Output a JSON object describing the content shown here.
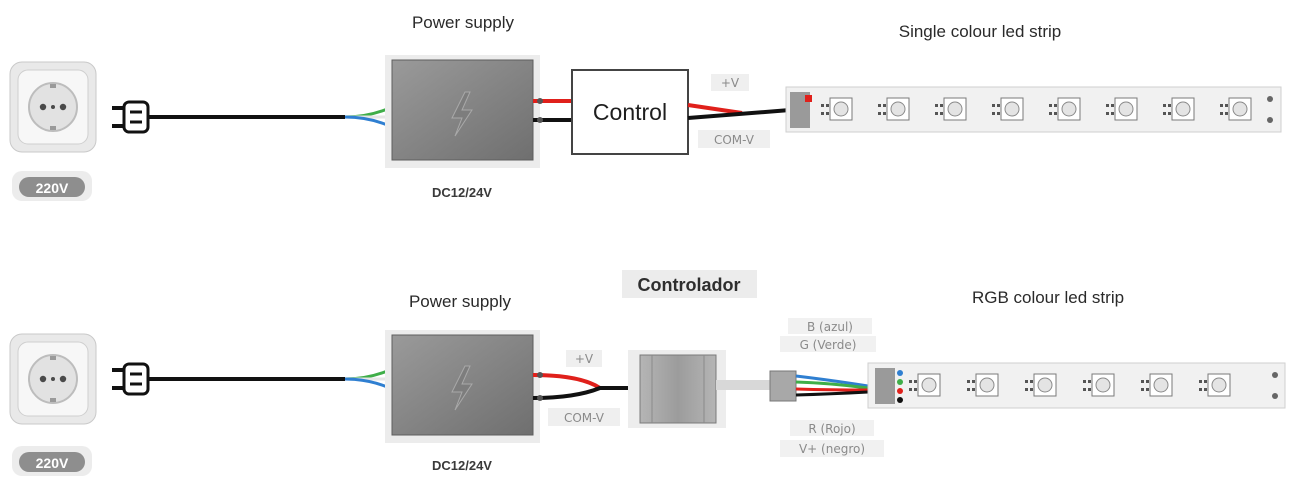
{
  "colors": {
    "cable": "#111111",
    "wire_red": "#e0201b",
    "wire_green": "#3fae49",
    "wire_blue": "#2f7fd1",
    "psu_body": "#8a8a8a",
    "strip_body": "#f1f1f1",
    "badge": "#8e8e8e"
  },
  "icons": [
    "wall-socket-icon",
    "plug-icon",
    "lightning-icon",
    "led-chip-icon"
  ],
  "single_circuit": {
    "voltage_label": "220V",
    "power_supply_label": "Power supply",
    "psu_rating": "DC12/24V",
    "controller_label": "Control",
    "positive_label": "+V",
    "common_label": "COM-V",
    "strip_label": "Single colour led strip"
  },
  "rgb_circuit": {
    "voltage_label": "220V",
    "power_supply_label": "Power supply",
    "psu_rating": "DC12/24V",
    "controller_label": "Controlador",
    "positive_label": "+V",
    "common_label": "COM-V",
    "strip_label": "RGB colour led strip",
    "wire_b": "B (azul)",
    "wire_g": "G (Verde)",
    "wire_r": "R (Rojo)",
    "wire_v": "V+ (negro)"
  }
}
